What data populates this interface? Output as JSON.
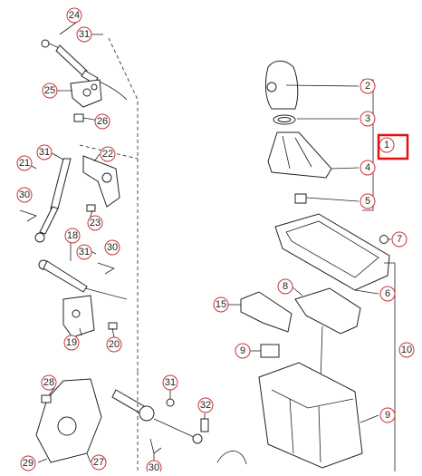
{
  "callouts": {
    "c24": "24",
    "c31a": "31",
    "c25": "25",
    "c26": "26",
    "c22": "22",
    "c31b": "31",
    "c21": "21",
    "c30a": "30",
    "c23": "23",
    "c18": "18",
    "c31c": "31",
    "c30b": "30",
    "c19": "19",
    "c20": "20",
    "c28": "28",
    "c31d": "31",
    "c32": "32",
    "c29": "29",
    "c27": "27",
    "c30c": "30",
    "c2": "2",
    "c3": "3",
    "c4": "4",
    "c5": "5",
    "c1": "1",
    "c7": "7",
    "c6": "6",
    "c8": "8",
    "c15": "15",
    "c9a": "9",
    "c9b": "9",
    "c10": "10"
  },
  "colors": {
    "callout_ring": "#cc3333",
    "highlight": "#e01010",
    "line": "#222222"
  }
}
